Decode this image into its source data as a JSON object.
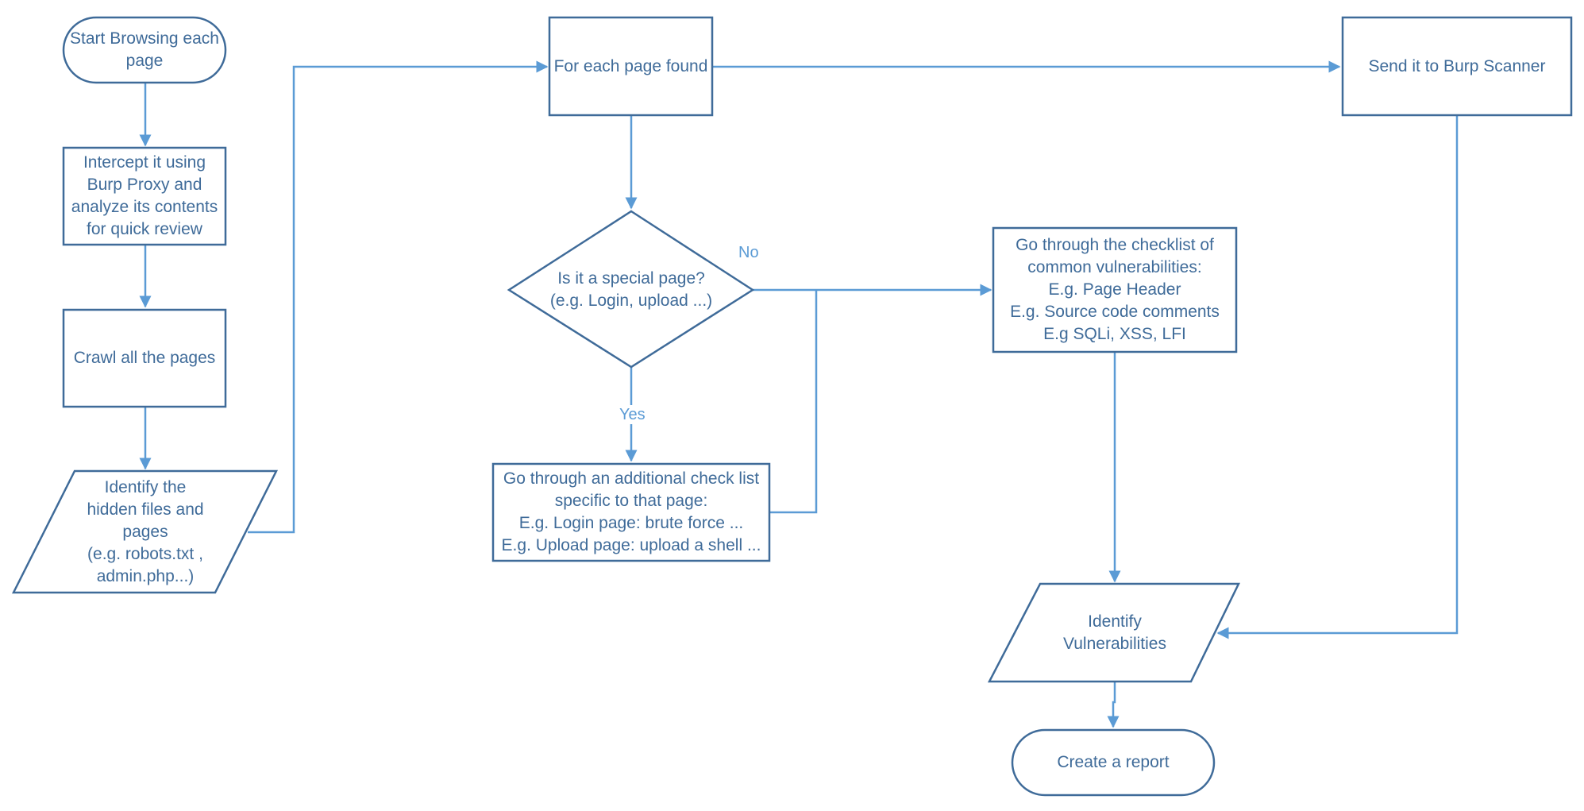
{
  "nodes": {
    "start": "Start Browsing each\npage",
    "intercept": "Intercept it using\nBurp Proxy and\nanalyze its contents\nfor quick review",
    "crawl": "Crawl all the pages",
    "identify_hidden": "Identify the\nhidden files and\npages\n(e.g. robots.txt ,\nadmin.php...)",
    "for_each": "For each page found",
    "special": "Is it a special page?\n(e.g. Login, upload ...)",
    "additional": "Go through an additional check list\nspecific to that page:\nE.g. Login page: brute force ...\nE.g. Upload page: upload a shell ...",
    "checklist": "Go through the checklist of\ncommon vulnerabilities:\nE.g. Page Header\nE.g. Source code comments\nE.g SQLi, XSS, LFI",
    "burp_scanner": "Send it to Burp Scanner",
    "identify_vulns": "Identify\nVulnerabilities",
    "report": "Create a report"
  },
  "edges": {
    "no_label": "No",
    "yes_label": "Yes"
  },
  "colors": {
    "shape_stroke": "#3f6b99",
    "connector": "#5b9bd5",
    "text": "#3f6b99"
  }
}
